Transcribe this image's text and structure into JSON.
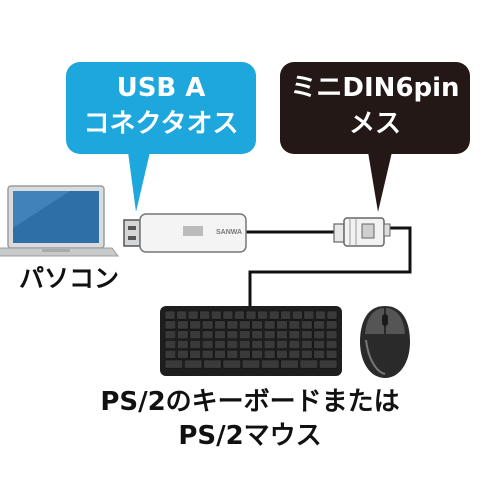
{
  "callouts": {
    "usb": {
      "line1": "USB A",
      "line2": "コネクタオス",
      "color": "#1da7dc"
    },
    "din": {
      "line1": "ミニDIN6pin",
      "line2": "メス",
      "color": "#231816"
    }
  },
  "cable": {
    "brand": "SANWA"
  },
  "pc": {
    "label": "パソコン"
  },
  "caption": {
    "line1": "PS/2のキーボードまたは",
    "line2": "PS/2マウス"
  }
}
